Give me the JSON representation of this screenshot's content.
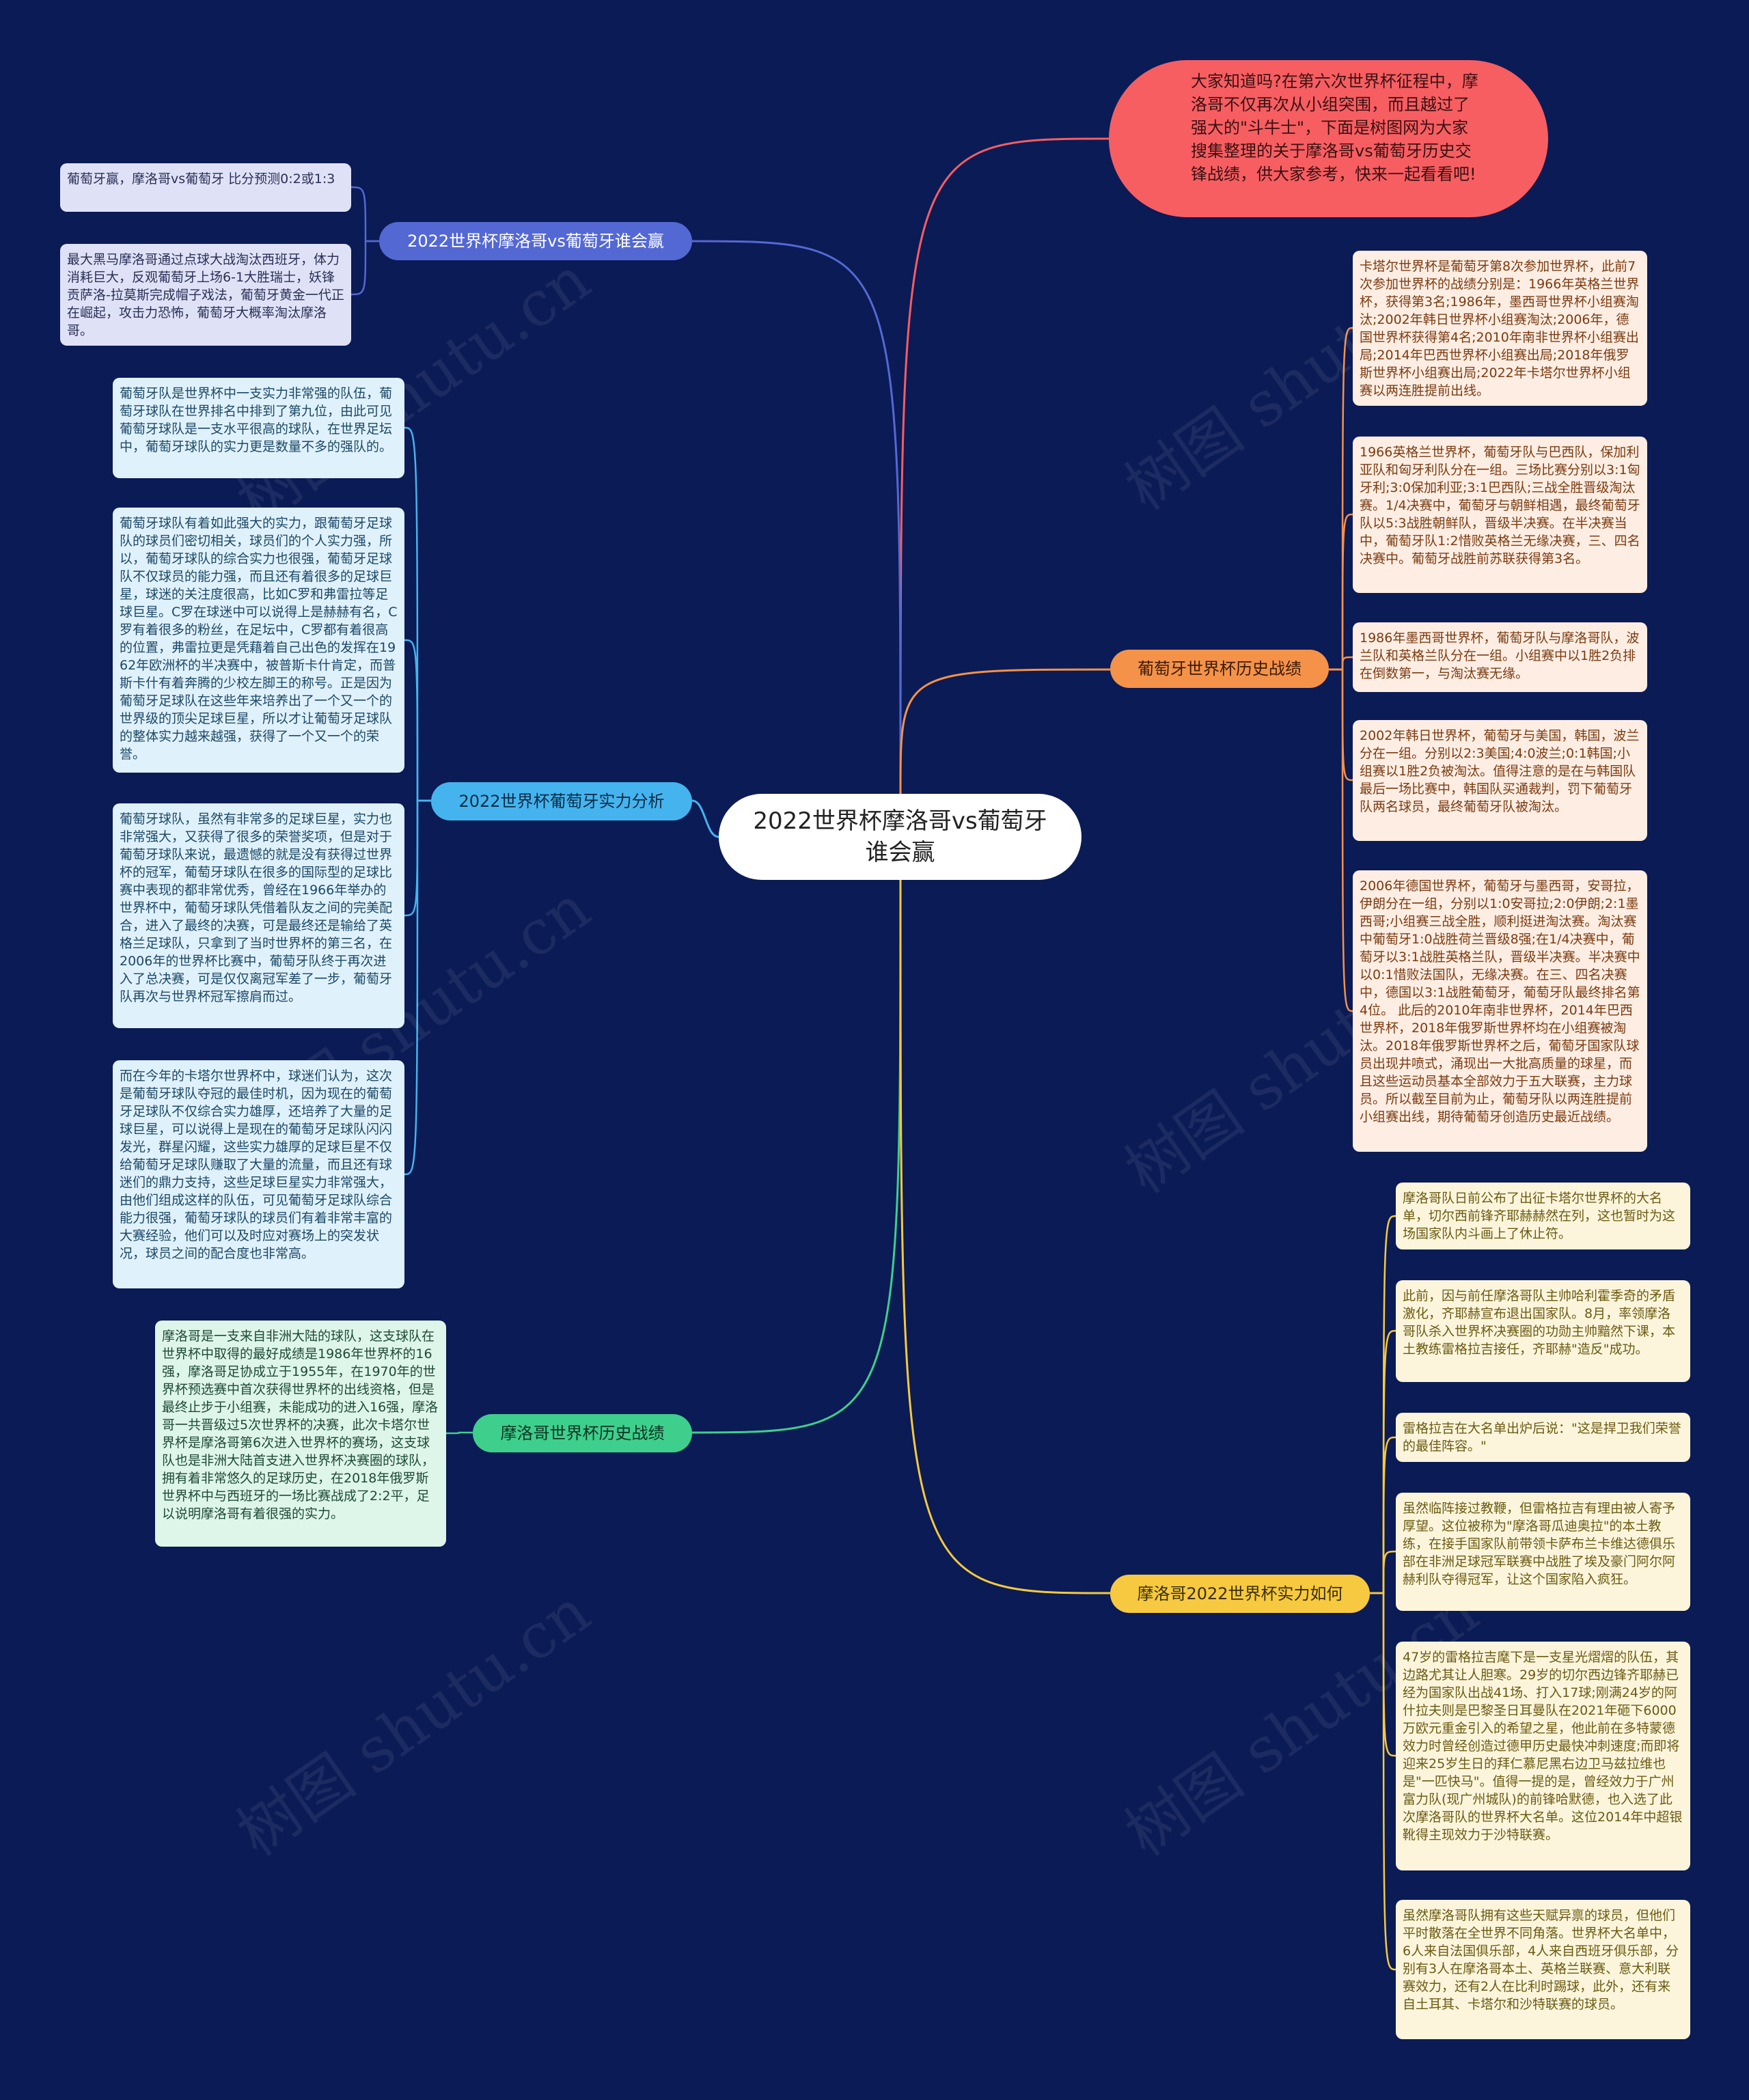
{
  "center": {
    "title": "2022世界杯摩洛哥vs葡萄牙谁会赢"
  },
  "intro": {
    "text": "大家知道吗?在第六次世界杯征程中，摩洛哥不仅再次从小组突围，而且越过了强大的\"斗牛士\"，下面是树图网为大家搜集整理的关于摩洛哥vs葡萄牙历史交锋战绩，供大家参考，快来一起看看吧!"
  },
  "watermark": "树图 shutu.cn",
  "colors": {
    "background": "#0b1b55",
    "intro": "#f65e62",
    "b1": "#5468d4",
    "b2": "#45b4ee",
    "b3": "#3ecf8c",
    "b4": "#f5924a",
    "b5": "#f6c940"
  },
  "branches": [
    {
      "label": "2022世界杯摩洛哥vs葡萄牙谁会赢",
      "leaves": [
        "葡萄牙赢，摩洛哥vs葡萄牙 比分预测0:2或1:3",
        "最大黑马摩洛哥通过点球大战淘汰西班牙，体力消耗巨大，反观葡萄牙上场6-1大胜瑞士，妖锋贡萨洛-拉莫斯完成帽子戏法，葡萄牙黄金一代正在崛起，攻击力恐怖，葡萄牙大概率淘汰摩洛哥。"
      ]
    },
    {
      "label": "2022世界杯葡萄牙实力分析",
      "leaves": [
        "葡萄牙队是世界杯中一支实力非常强的队伍，葡萄牙球队在世界排名中排到了第九位，由此可见葡萄牙球队是一支水平很高的球队，在世界足坛中，葡萄牙球队的实力更是数量不多的强队的。",
        "葡萄牙球队有着如此强大的实力，跟葡萄牙足球队的球员们密切相关，球员们的个人实力强，所以，葡萄牙球队的综合实力也很强，葡萄牙足球队不仅球员的能力强，而且还有着很多的足球巨星，球迷的关注度很高，比如C罗和弗雷拉等足球巨星。C罗在球迷中可以说得上是赫赫有名，C罗有着很多的粉丝，在足坛中，C罗都有着很高的位置，弗雷拉更是凭藉着自己出色的发挥在1962年欧洲杯的半决赛中，被普斯卡什肯定，而普斯卡什有着奔腾的少校左脚王的称号。正是因为葡萄牙足球队在这些年来培养出了一个又一个的世界级的顶尖足球巨星，所以才让葡萄牙足球队的整体实力越来越强，获得了一个又一个的荣誉。",
        "葡萄牙球队，虽然有非常多的足球巨星，实力也非常强大，又获得了很多的荣誉奖项，但是对于葡萄牙球队来说，最遗憾的就是没有获得过世界杯的冠军，葡萄牙球队在很多的国际型的足球比赛中表现的都非常优秀，曾经在1966年举办的世界杯中，葡萄牙球队凭借着队友之间的完美配合，进入了最终的决赛，可是最终还是输给了英格兰足球队，只拿到了当时世界杯的第三名，在2006年的世界杯比赛中，葡萄牙队终于再次进入了总决赛，可是仅仅离冠军差了一步，葡萄牙队再次与世界杯冠军擦肩而过。",
        "而在今年的卡塔尔世界杯中，球迷们认为，这次是葡萄牙球队夺冠的最佳时机，因为现在的葡萄牙足球队不仅综合实力雄厚，还培养了大量的足球巨星，可以说得上是现在的葡萄牙足球队闪闪发光，群星闪耀，这些实力雄厚的足球巨星不仅给葡萄牙足球队赚取了大量的流量，而且还有球迷们的鼎力支持，这些足球巨星实力非常强大，由他们组成这样的队伍，可见葡萄牙足球队综合能力很强，葡萄牙球队的球员们有着非常丰富的大赛经验，他们可以及时应对赛场上的突发状况，球员之间的配合度也非常高。"
      ]
    },
    {
      "label": "摩洛哥世界杯历史战绩",
      "leaves": [
        "摩洛哥是一支来自非洲大陆的球队，这支球队在世界杯中取得的最好成绩是1986年世界杯的16强，摩洛哥足协成立于1955年，在1970年的世界杯预选赛中首次获得世界杯的出线资格，但是最终止步于小组赛，未能成功的进入16强，摩洛哥一共晋级过5次世界杯的决赛，此次卡塔尔世界杯是摩洛哥第6次进入世界杯的赛场，这支球队也是非洲大陆首支进入世界杯决赛圈的球队，拥有着非常悠久的足球历史，在2018年俄罗斯世界杯中与西班牙的一场比赛战成了2:2平，足以说明摩洛哥有着很强的实力。"
      ]
    },
    {
      "label": "葡萄牙世界杯历史战绩",
      "leaves": [
        "卡塔尔世界杯是葡萄牙第8次参加世界杯，此前7次参加世界杯的战绩分别是：1966年英格兰世界杯，获得第3名;1986年，墨西哥世界杯小组赛淘汰;2002年韩日世界杯小组赛淘汰;2006年，德国世界杯获得第4名;2010年南非世界杯小组赛出局;2014年巴西世界杯小组赛出局;2018年俄罗斯世界杯小组赛出局;2022年卡塔尔世界杯小组赛以两连胜提前出线。",
        "1966英格兰世界杯，葡萄牙队与巴西队，保加利亚队和匈牙利队分在一组。三场比赛分别以3:1匈牙利;3:0保加利亚;3:1巴西队;三战全胜晋级淘汰赛。1/4决赛中，葡萄牙与朝鲜相遇，最终葡萄牙队以5:3战胜朝鲜队，晋级半决赛。在半决赛当中，葡萄牙队1:2惜败英格兰无缘决赛，三、四名决赛中。葡萄牙战胜前苏联获得第3名。",
        "1986年墨西哥世界杯，葡萄牙队与摩洛哥队，波兰队和英格兰队分在一组。小组赛中以1胜2负排在倒数第一，与淘汰赛无缘。",
        "2002年韩日世界杯，葡萄牙与美国，韩国，波兰分在一组。分别以2:3美国;4:0波兰;0:1韩国;小组赛以1胜2负被淘汰。值得注意的是在与韩国队最后一场比赛中，韩国队买通裁判，罚下葡萄牙队两名球员，最终葡萄牙队被淘汰。",
        "2006年德国世界杯，葡萄牙与墨西哥，安哥拉，伊朗分在一组，分别以1:0安哥拉;2:0伊朗;2:1墨西哥;小组赛三战全胜，顺利挺进淘汰赛。淘汰赛中葡萄牙1:0战胜荷兰晋级8强;在1/4决赛中，葡萄牙以3:1战胜英格兰队，晋级半决赛。半决赛中以0:1惜败法国队，无缘决赛。在三、四名决赛中，德国以3:1战胜葡萄牙，葡萄牙队最终排名第4位。 此后的2010年南非世界杯，2014年巴西世界杯，2018年俄罗斯世界杯均在小组赛被淘汰。2018年俄罗斯世界杯之后，葡萄牙国家队球员出现井喷式，涌现出一大批高质量的球星，而且这些运动员基本全部效力于五大联赛，主力球员。所以截至目前为止，葡萄牙队以两连胜提前小组赛出线，期待葡萄牙创造历史最近战绩。"
      ]
    },
    {
      "label": "摩洛哥2022世界杯实力如何",
      "leaves": [
        "摩洛哥队日前公布了出征卡塔尔世界杯的大名单，切尔西前锋齐耶赫赫然在列，这也暂时为这场国家队内斗画上了休止符。",
        "此前，因与前任摩洛哥队主帅哈利霍季奇的矛盾激化，齐耶赫宣布退出国家队。8月，率领摩洛哥队杀入世界杯决赛圈的功勋主帅黯然下课，本土教练雷格拉吉接任，齐耶赫\"造反\"成功。",
        "雷格拉吉在大名单出炉后说：\"这是捍卫我们荣誉的最佳阵容。\"",
        "虽然临阵接过教鞭，但雷格拉吉有理由被人寄予厚望。这位被称为\"摩洛哥瓜迪奥拉\"的本土教练，在接手国家队前带领卡萨布兰卡维达德俱乐部在非洲足球冠军联赛中战胜了埃及豪门阿尔阿赫利队夺得冠军，让这个国家陷入疯狂。",
        "47岁的雷格拉吉麾下是一支星光熠熠的队伍，其边路尤其让人胆寒。29岁的切尔西边锋齐耶赫已经为国家队出战41场、打入17球;刚满24岁的阿什拉夫则是巴黎圣日耳曼队在2021年砸下6000万欧元重金引入的希望之星，他此前在多特蒙德效力时曾经创造过德甲历史最快冲刺速度;而即将迎来25岁生日的拜仁慕尼黑右边卫马兹拉维也是\"一匹快马\"。值得一提的是，曾经效力于广州富力队(现广州城队)的前锋哈默德，也入选了此次摩洛哥队的世界杯大名单。这位2014年中超银靴得主现效力于沙特联赛。",
        "虽然摩洛哥队拥有这些天赋异禀的球员，但他们平时散落在全世界不同角落。世界杯大名单中，6人来自法国俱乐部，4人来自西班牙俱乐部，分别有3人在摩洛哥本土、英格兰联赛、意大利联赛效力，还有2人在比利时踢球，此外，还有来自土耳其、卡塔尔和沙特联赛的球员。"
      ]
    }
  ]
}
